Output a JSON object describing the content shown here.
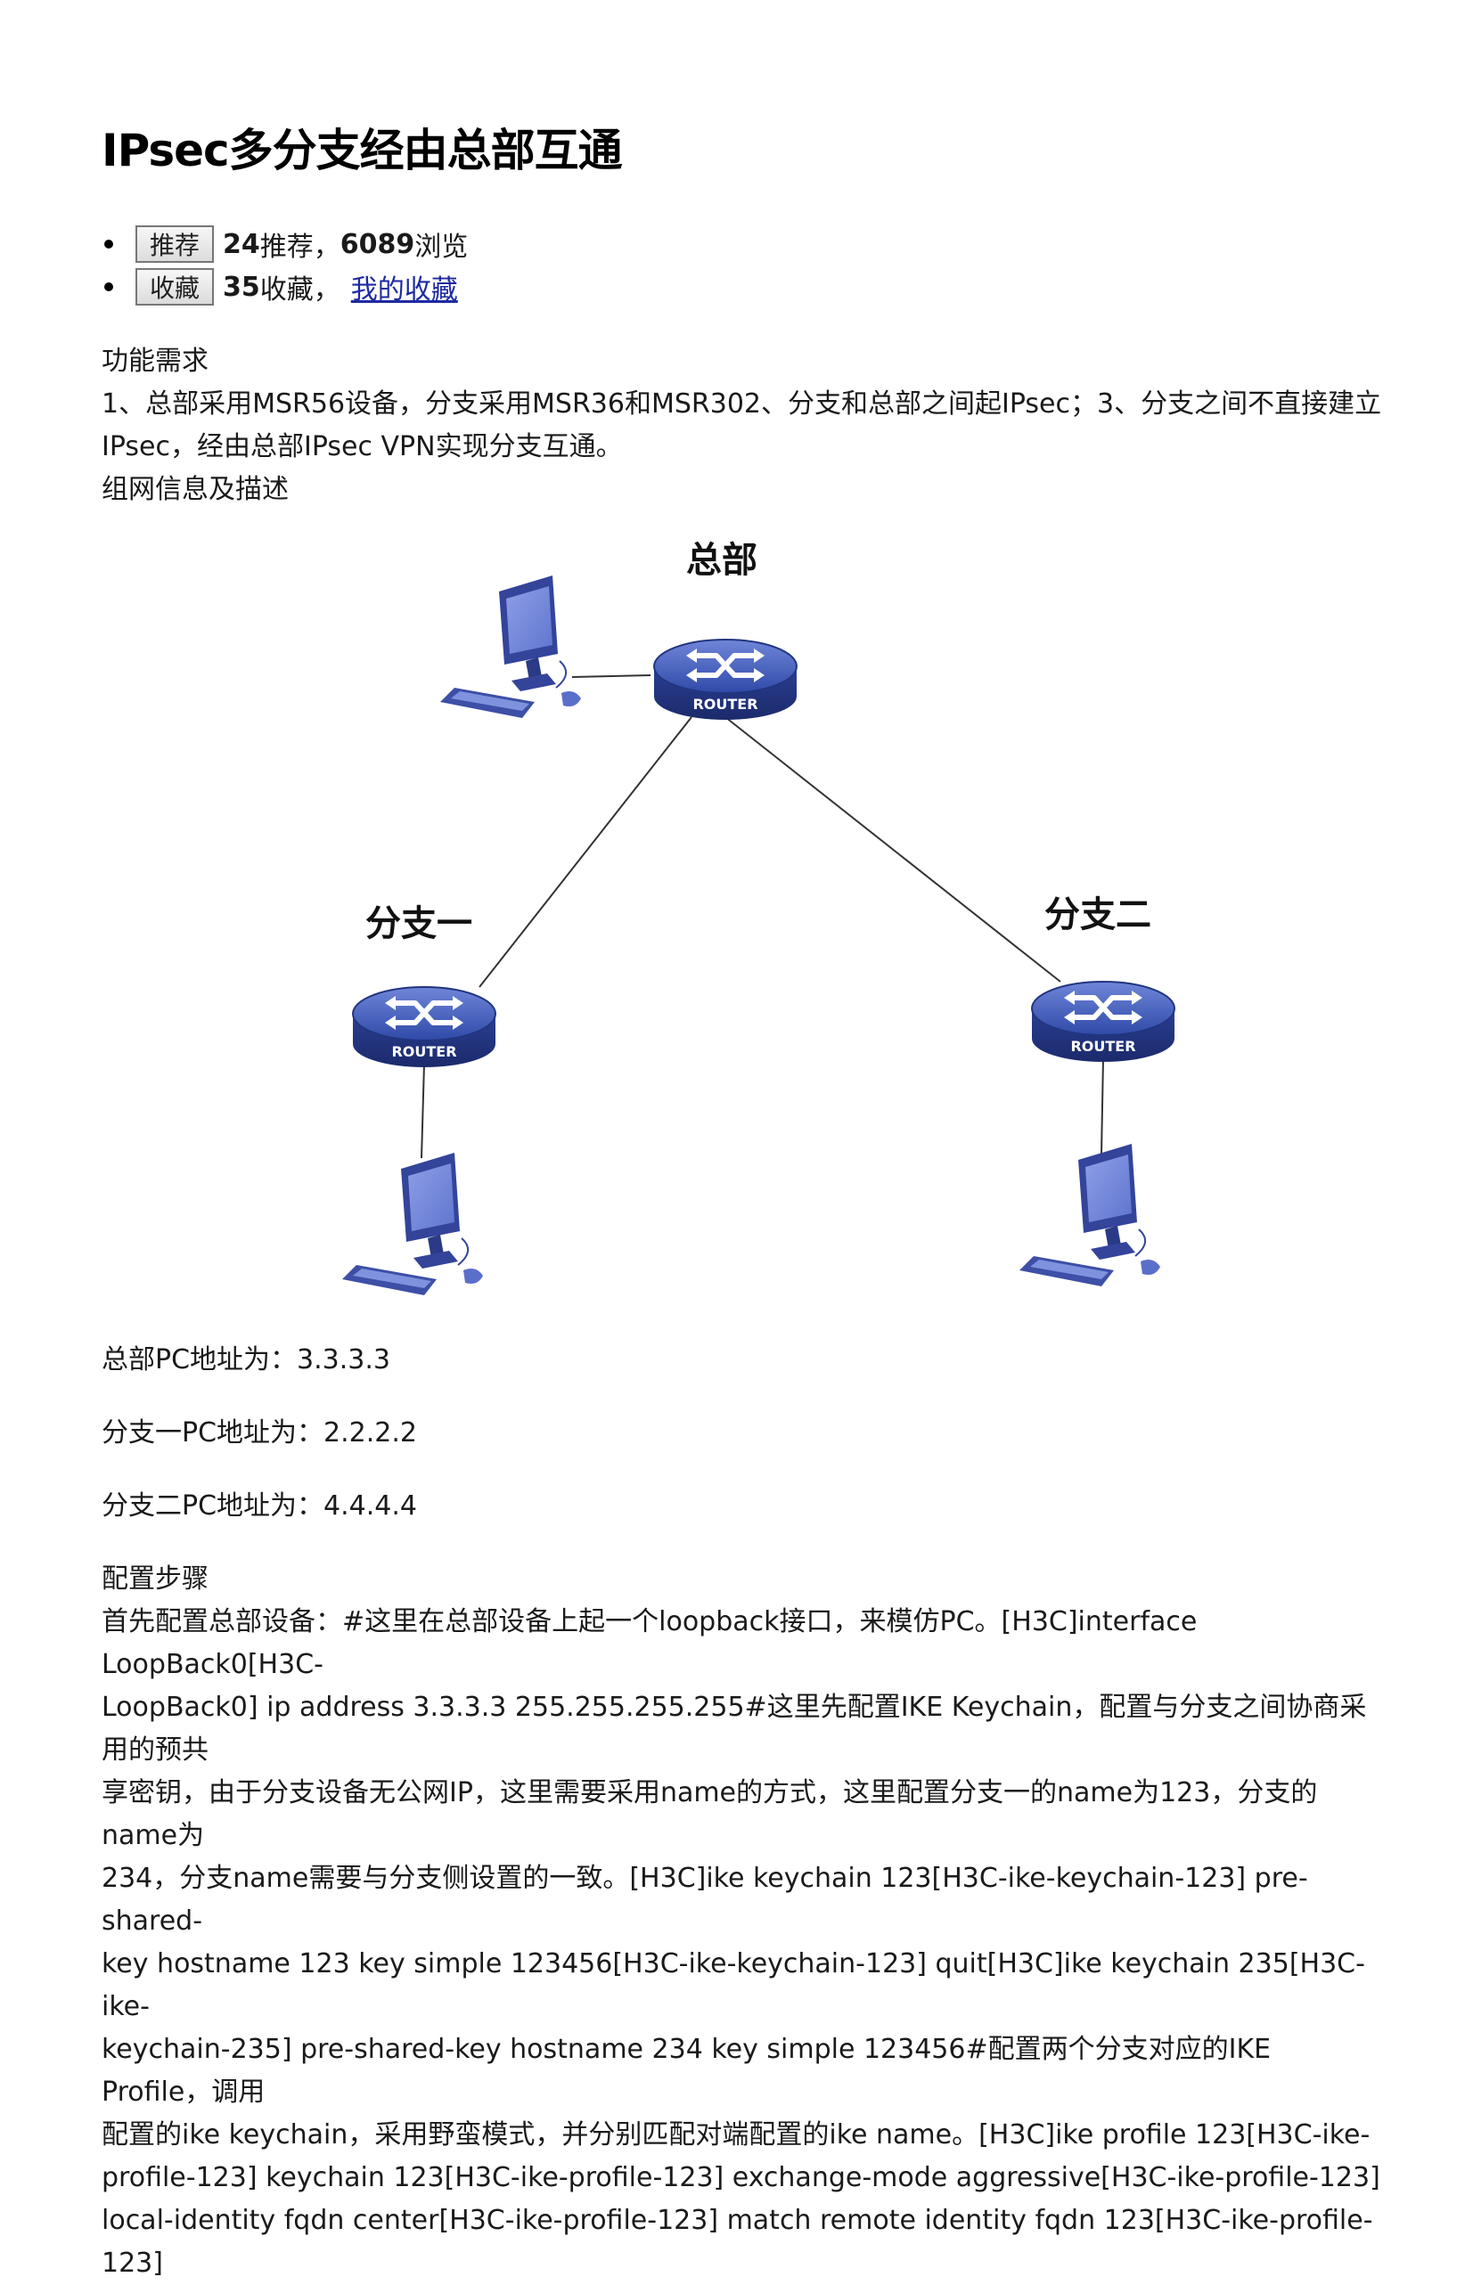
{
  "article": {
    "title": "IPsec多分支经由总部互通"
  },
  "stats": {
    "recommend_button": "推荐",
    "recommend_count": "24",
    "recommend_text": " 推荐，",
    "view_count": "6089",
    "view_text": " 浏览",
    "favorite_button": "收藏",
    "favorite_count": "35",
    "favorite_text": "收藏，",
    "my_favorites_link": "我的收藏"
  },
  "requirements": {
    "heading": "功能需求",
    "line1": "1、总部采用MSR56设备，分支采用MSR36和MSR302、分支和总部之间起IPsec；3、分支之间不直接建立",
    "line2": "IPsec，经由总部IPsec VPN实现分支互通。",
    "network_heading": "组网信息及描述"
  },
  "diagram": {
    "hq_label": "总部",
    "branch1_label": "分支一",
    "branch2_label": "分支二",
    "router_text": "ROUTER"
  },
  "addresses": {
    "hq_pc": "总部PC地址为：3.3.3.3",
    "branch1_pc": "分支一PC地址为：2.2.2.2",
    "branch2_pc": "分支二PC地址为：4.4.4.4"
  },
  "config": {
    "heading": "配置步骤",
    "lines": [
      "首先配置总部设备：#这里在总部设备上起一个loopback接口，来模仿PC。[H3C]interface LoopBack0[H3C-",
      "LoopBack0] ip address 3.3.3.3 255.255.255.255#这里先配置IKE Keychain，配置与分支之间协商采用的预共",
      "享密钥，由于分支设备无公网IP，这里需要采用name的方式，这里配置分支一的name为123，分支的name为",
      "234，分支name需要与分支侧设置的一致。[H3C]ike keychain 123[H3C-ike-keychain-123] pre-shared-",
      "key hostname 123 key simple 123456[H3C-ike-keychain-123] quit[H3C]ike keychain 235[H3C-ike-",
      "keychain-235] pre-shared-key hostname 234 key simple 123456#配置两个分支对应的IKE Profile，调用",
      "配置的ike keychain，采用野蛮模式，并分别匹配对端配置的ike name。[H3C]ike profile 123[H3C-ike-",
      "profile-123] keychain 123[H3C-ike-profile-123] exchange-mode aggressive[H3C-ike-profile-123]",
      "local-identity fqdn center[H3C-ike-profile-123] match remote identity fqdn 123[H3C-ike-profile-123]"
    ]
  }
}
